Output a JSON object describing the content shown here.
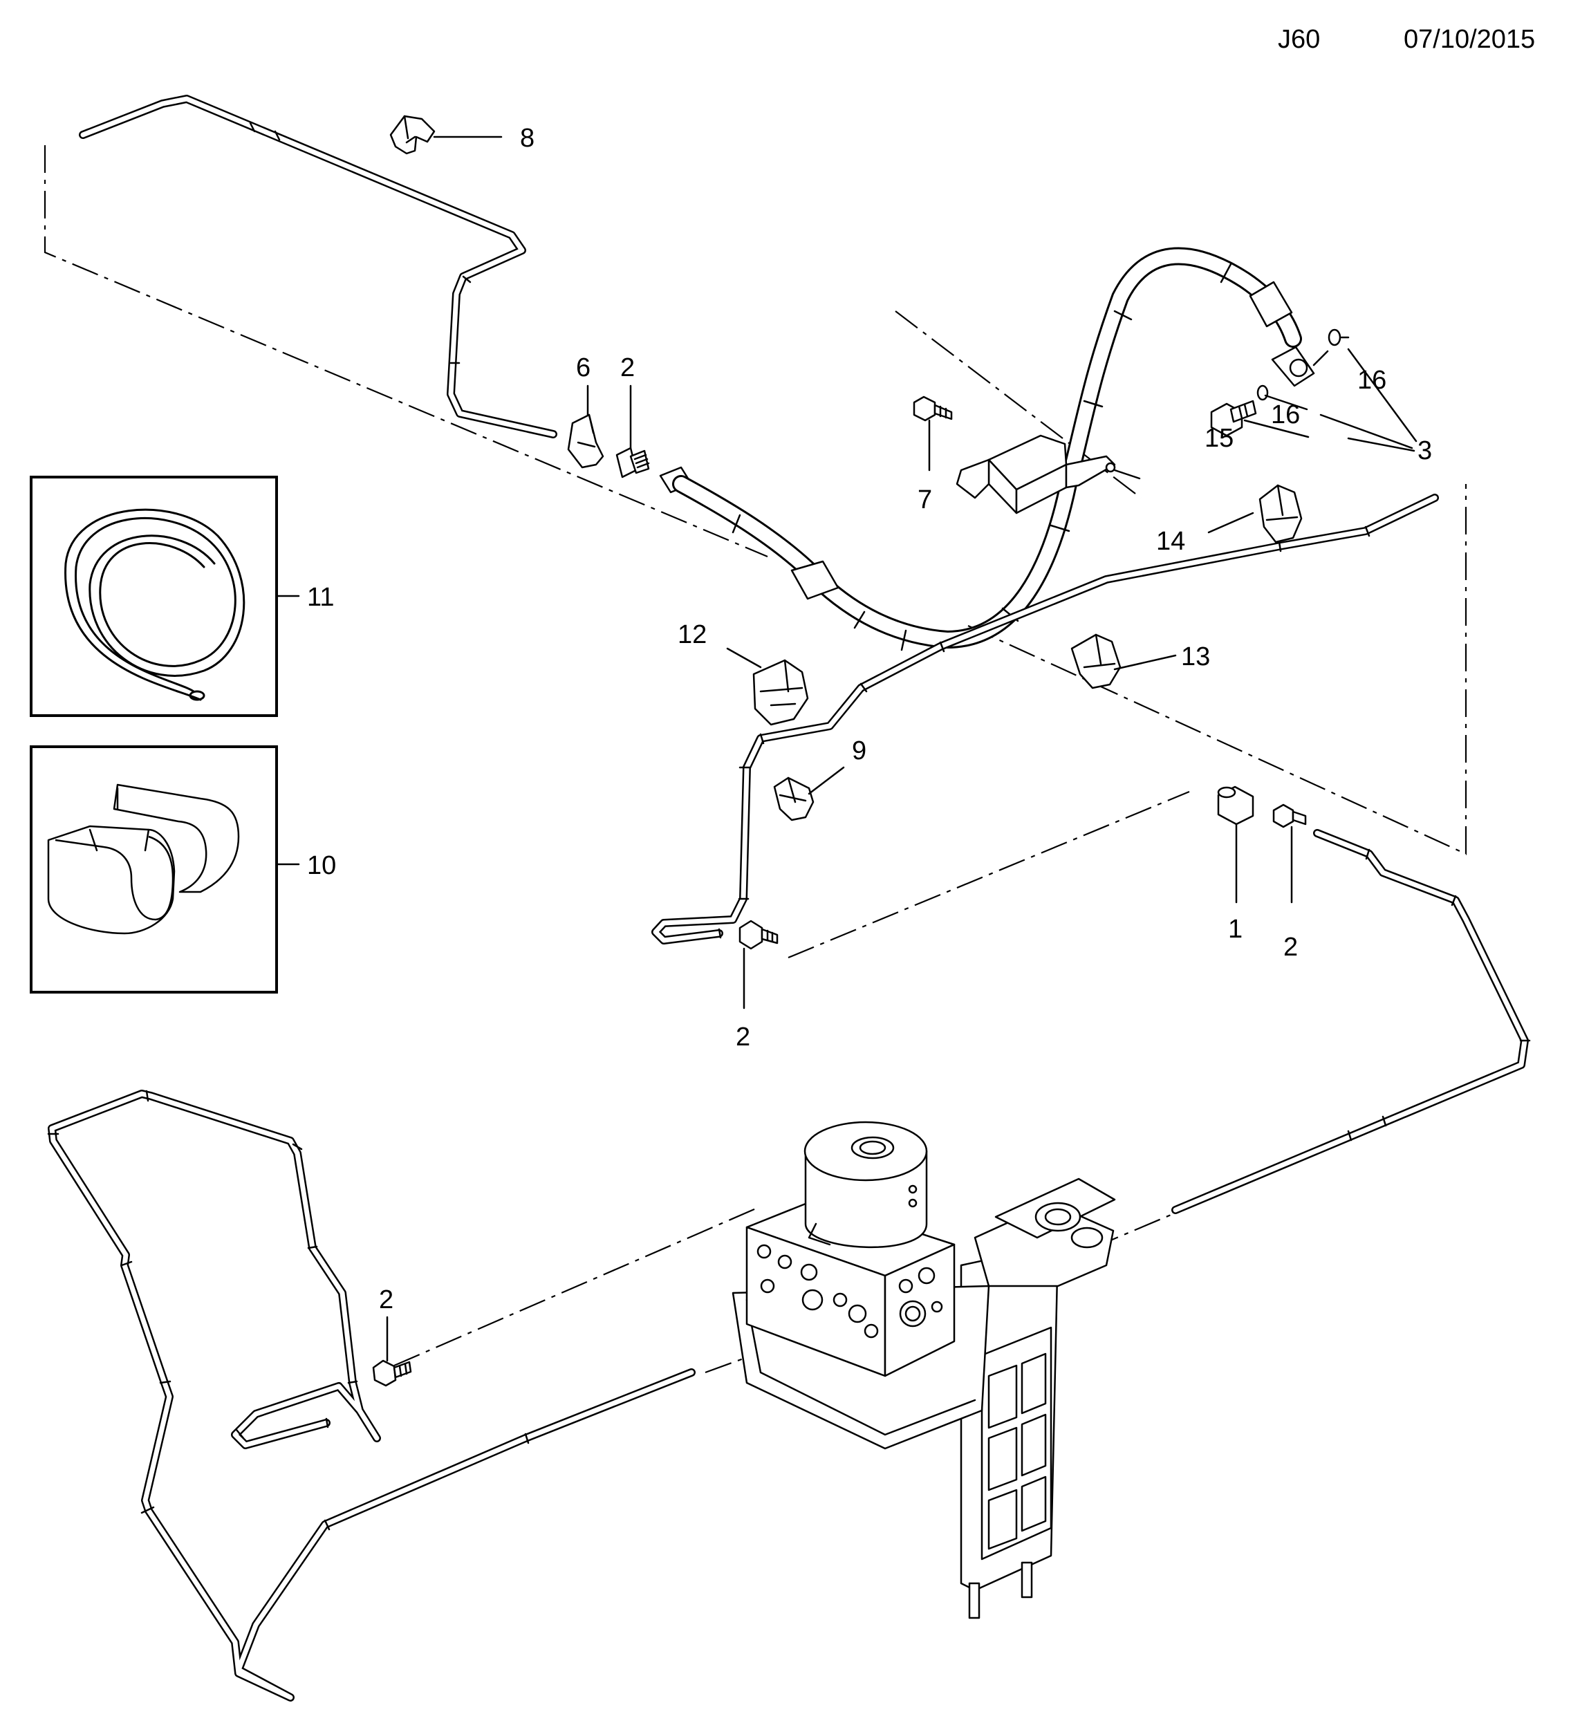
{
  "header": {
    "code": "J60",
    "date": "07/10/2015"
  },
  "callouts": {
    "c1": "1",
    "c2a": "2",
    "c2b": "2",
    "c2c": "2",
    "c2d": "2",
    "c3": "3",
    "c6": "6",
    "c7": "7",
    "c8": "8",
    "c9": "9",
    "c10": "10",
    "c11": "11",
    "c12": "12",
    "c13": "13",
    "c14": "14",
    "c15": "15",
    "c16a": "16",
    "c16b": "16"
  }
}
